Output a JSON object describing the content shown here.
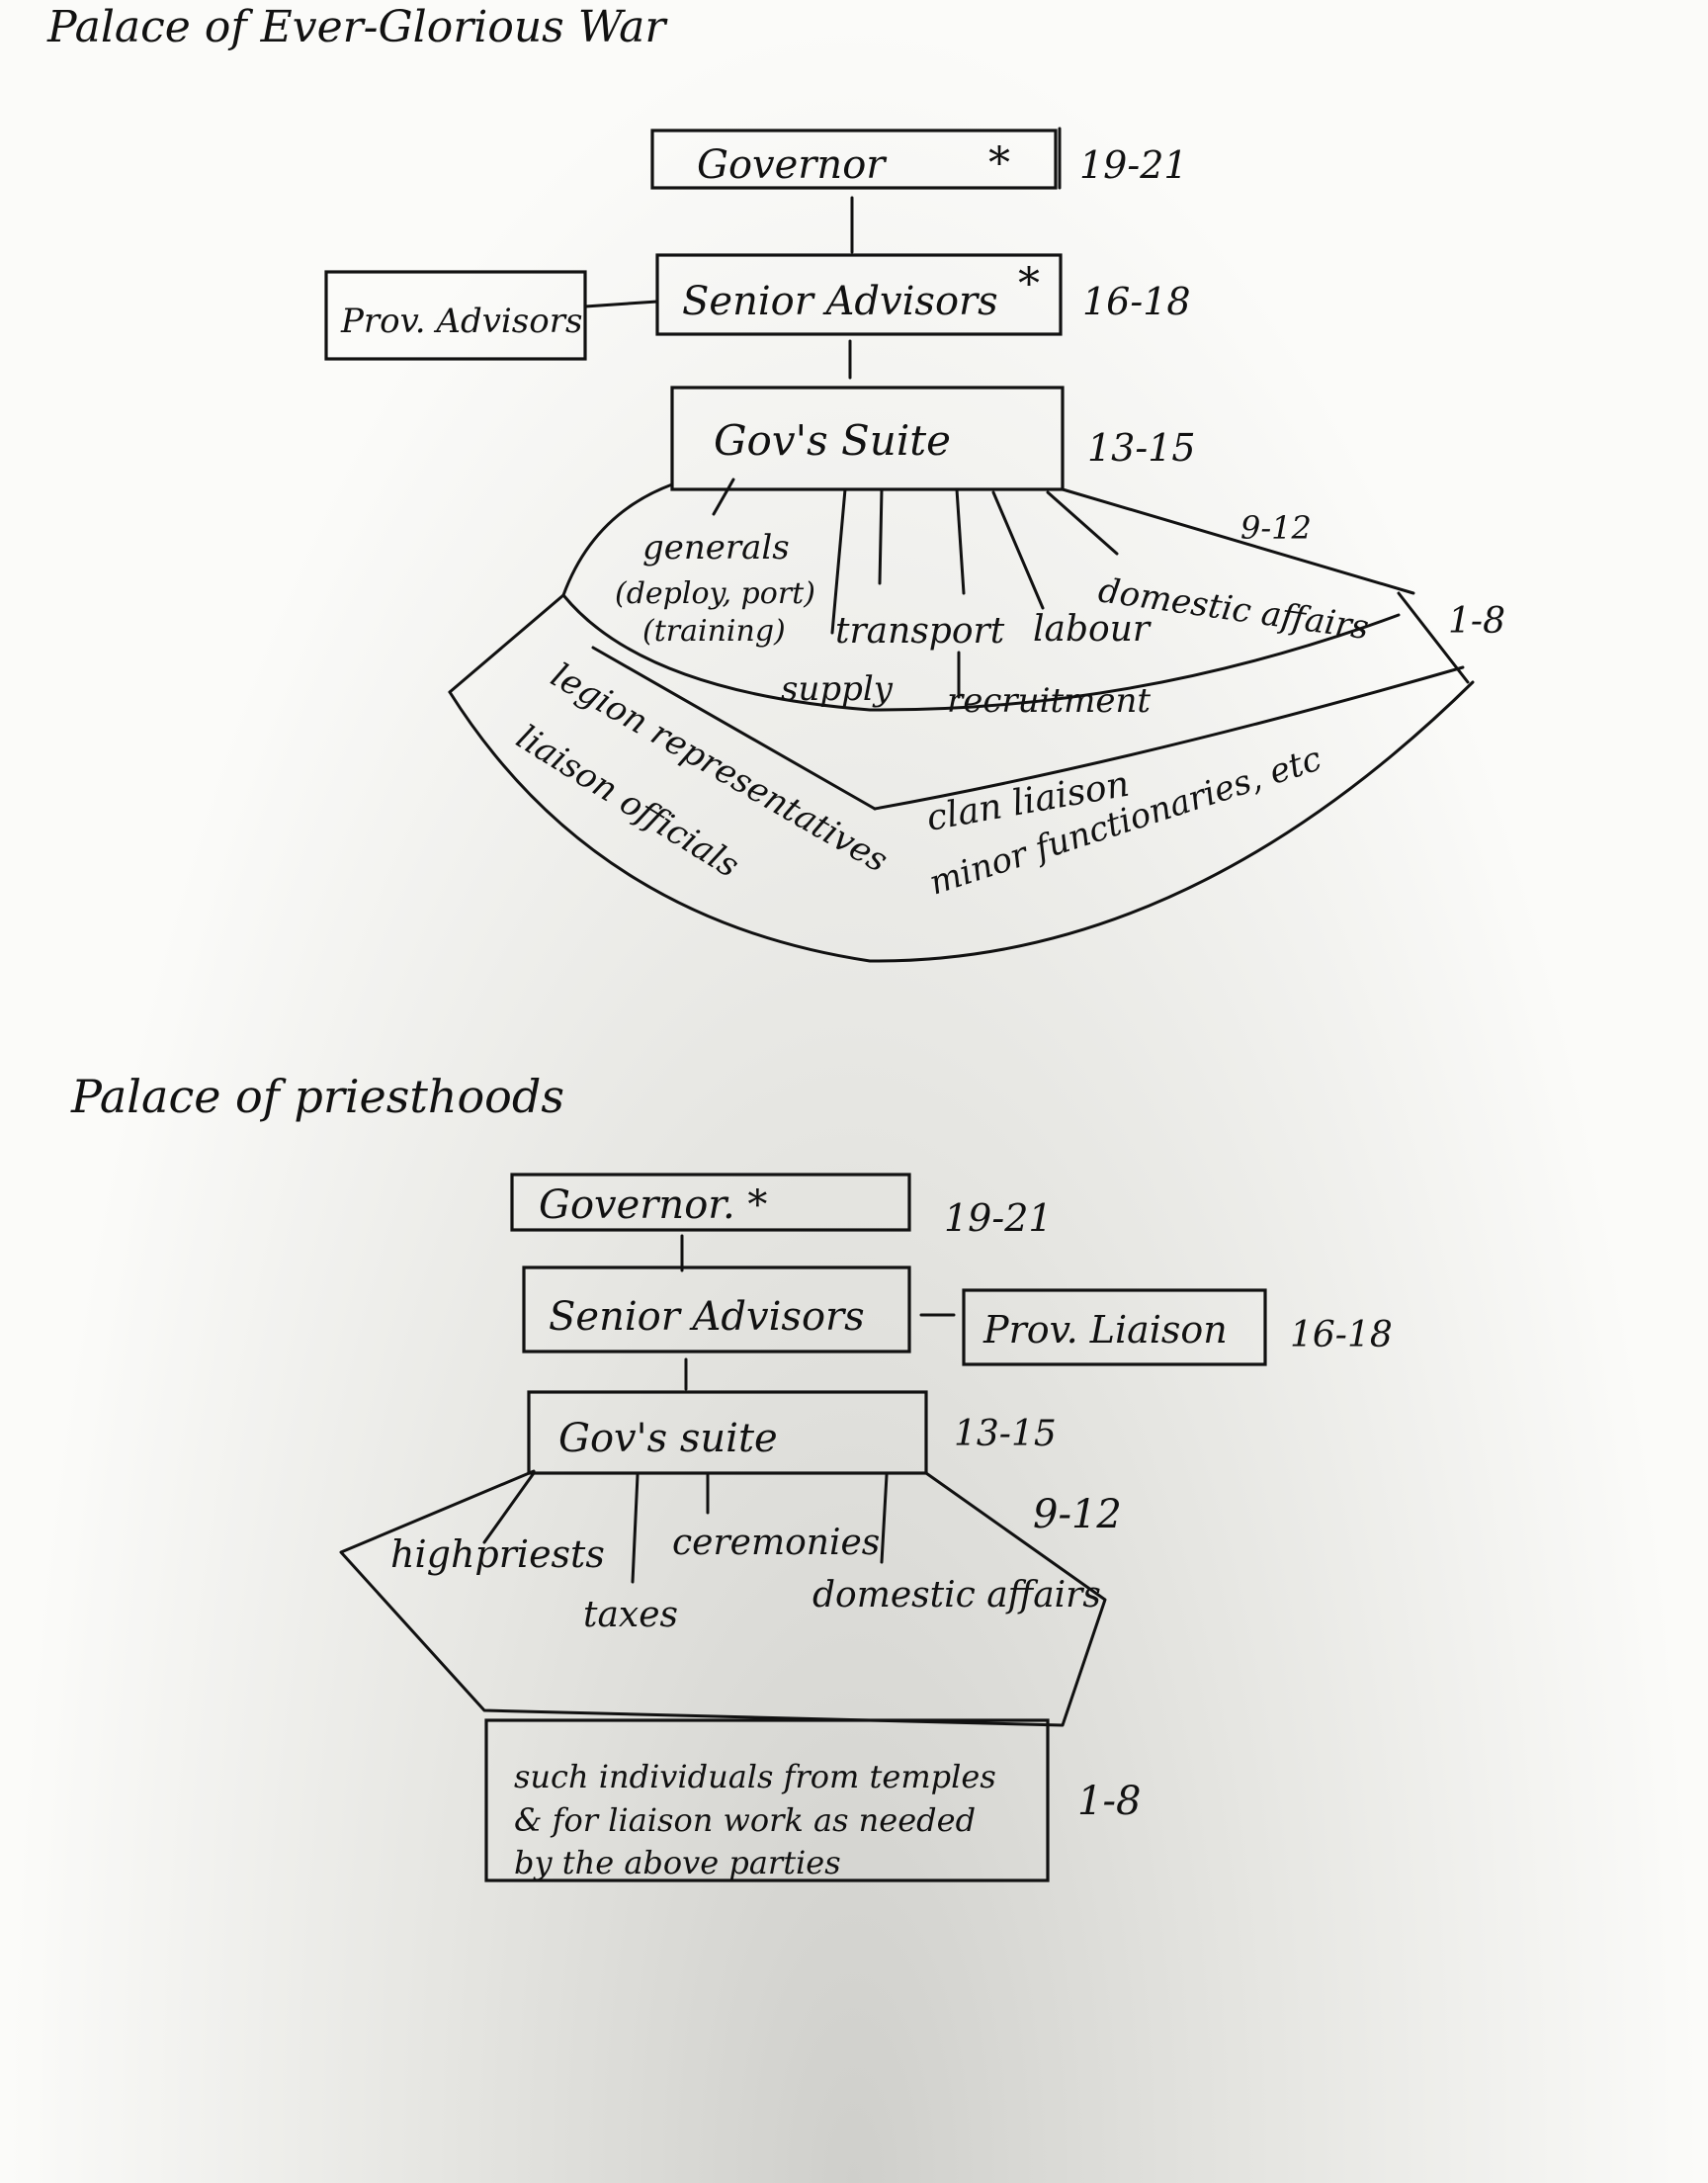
{
  "diagram1": {
    "title": "Palace of Ever-Glorious War",
    "governor": "Governor",
    "governor_star": "*",
    "governor_range": "19-21",
    "senior": "Senior Advisors",
    "senior_star": "*",
    "senior_range": "16-18",
    "prov": "Prov. Advisors",
    "suite": "Gov's Suite",
    "suite_range": "13-15",
    "tier2_range": "9-12",
    "tier3_range": "1-8",
    "generals_1": "generals",
    "generals_2": "(deploy, port)",
    "generals_3": "(training)",
    "transport": "transport",
    "labour": "labour",
    "domestic": "domestic affairs",
    "supply": "supply",
    "recruitment": "recruitment",
    "legion_1": "legion representatives",
    "legion_2": "liaison officials",
    "clan_1": "clan liaison",
    "clan_2": "minor functionaries, etc"
  },
  "diagram2": {
    "title": "Palace of priesthoods",
    "governor": "Governor. *",
    "governor_range": "19-21",
    "senior": "Senior Advisors",
    "prov": "Prov. Liaison",
    "senior_range": "16-18",
    "suite": "Gov's suite",
    "suite_range": "13-15",
    "tier2_range": "9-12",
    "highpriests": "highpriests",
    "ceremonies": "ceremonies",
    "taxes": "taxes",
    "domestic": "domestic affairs",
    "tier3_1": "such individuals from temples",
    "tier3_2": "& for liaison work as needed",
    "tier3_3": "by the above parties",
    "tier3_range": "1-8"
  }
}
